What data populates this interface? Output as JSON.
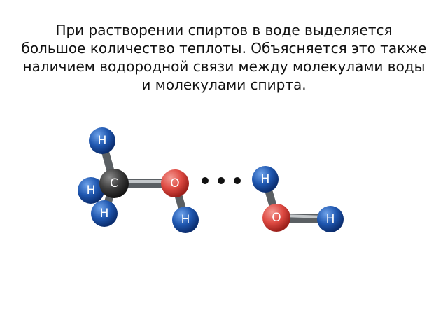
{
  "caption": {
    "line1": "При растворении спиртов  в воде выделяется",
    "line2": "большое количество теплоты. Объясняется это также",
    "line3": "наличием водородной связи между молекулами воды",
    "line4": "и молекулами спирта."
  },
  "atoms": {
    "hydrogen": "H",
    "carbon": "C",
    "oxygen": "O"
  },
  "colors": {
    "hydrogen": "#1f4f9e",
    "carbon": "#3a3a3a",
    "oxygen": "#d8433c",
    "bond": "#8a8f93"
  }
}
